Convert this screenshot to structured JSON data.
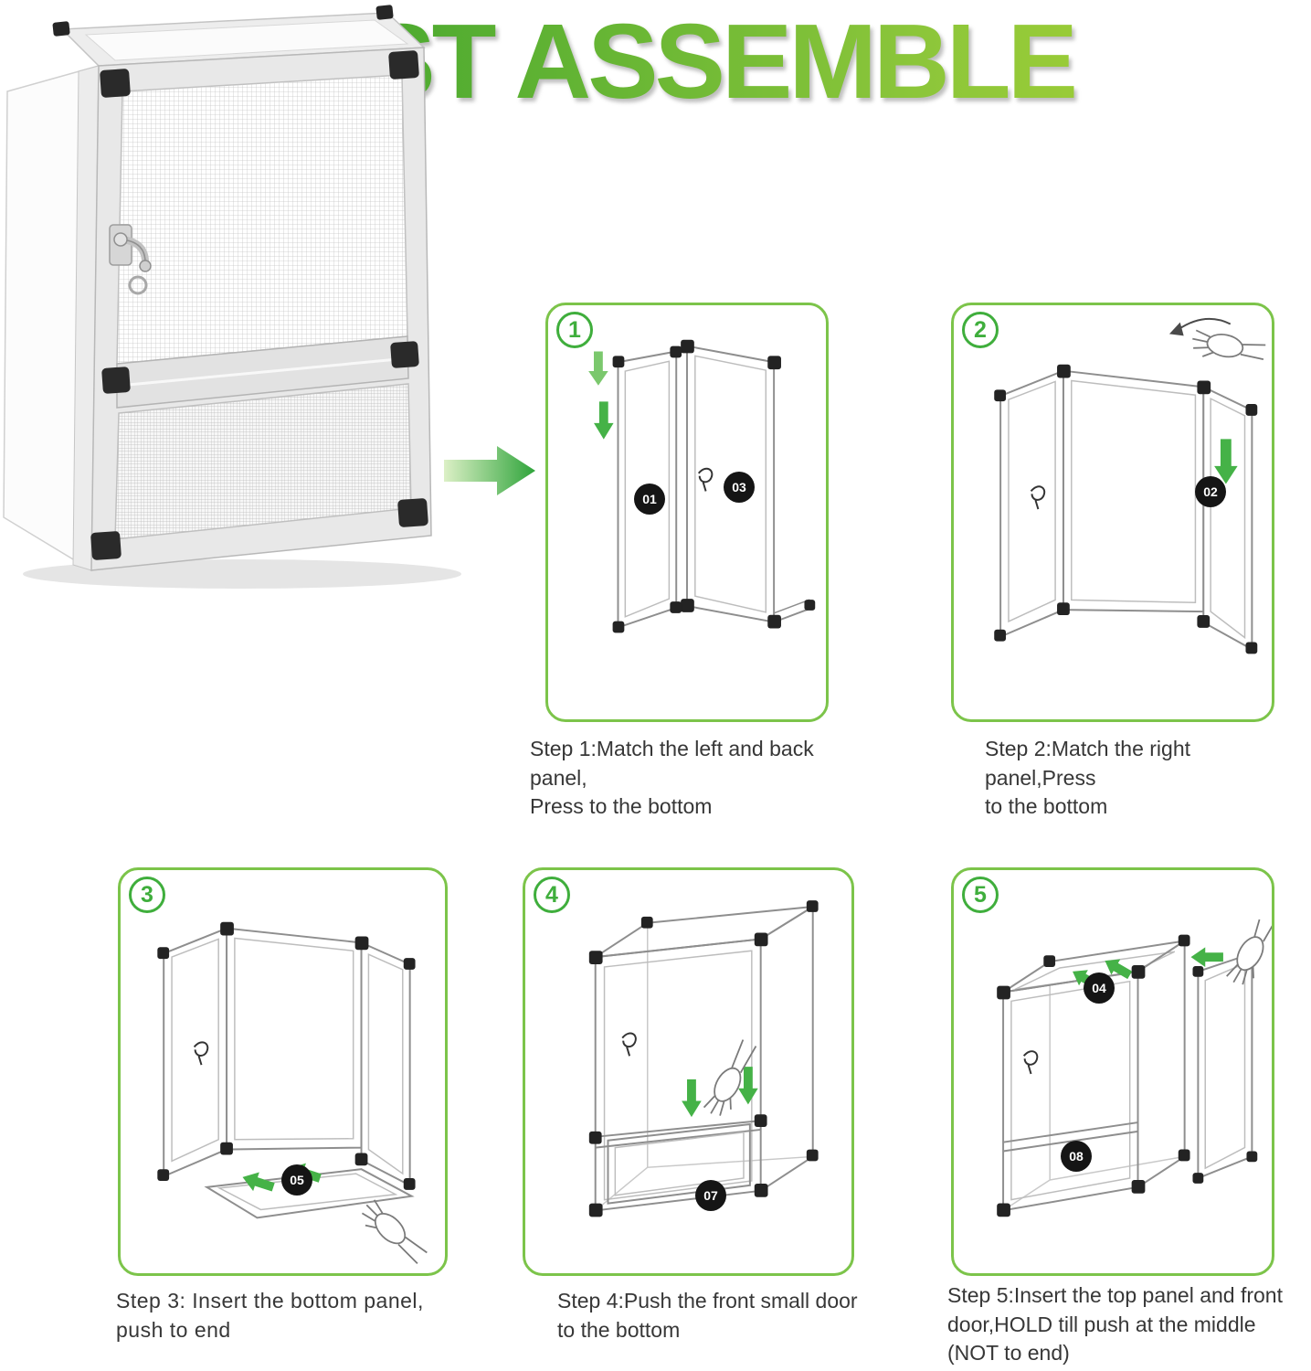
{
  "title": "FAST ASSEMBLE",
  "colors": {
    "title_gradient_start": "#2e9c32",
    "title_gradient_end": "#abd334",
    "box_border_green": "#7cc44a",
    "step_number_green": "#3fae3c",
    "arrow_green": "#45b247",
    "part_badge_black": "#151515"
  },
  "steps": [
    {
      "number": "1",
      "caption": "Step 1:Match the left and back panel,\nPress to the bottom",
      "part_labels": [
        "01",
        "03"
      ]
    },
    {
      "number": "2",
      "caption": "Step 2:Match the right panel,Press\nto the bottom",
      "part_labels": [
        "02"
      ]
    },
    {
      "number": "3",
      "caption": "Step 3: Insert the bottom panel,\npush to end",
      "part_labels": [
        "05"
      ]
    },
    {
      "number": "4",
      "caption": "Step 4:Push the front small door\nto the bottom",
      "part_labels": [
        "07"
      ]
    },
    {
      "number": "5",
      "caption": "Step 5:Insert the top panel and front\ndoor,HOLD till push at the middle\n(NOT to end)",
      "part_labels": [
        "04",
        "08"
      ]
    }
  ]
}
